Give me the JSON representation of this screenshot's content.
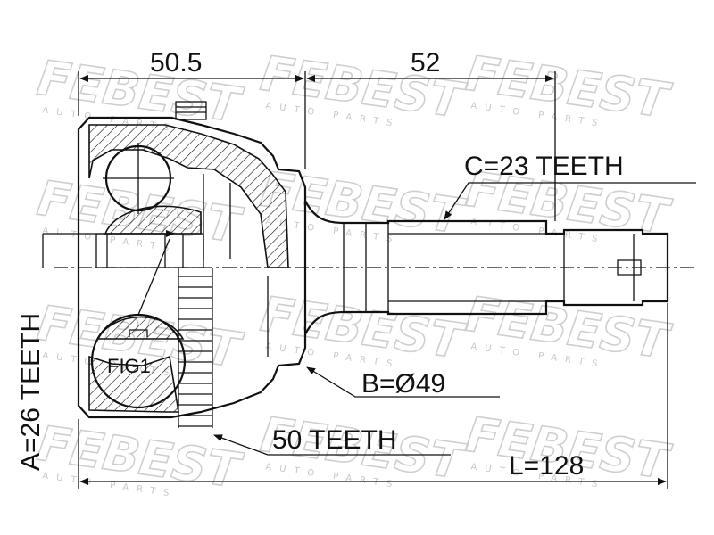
{
  "diagram": {
    "dimensions": {
      "joint_length": "50.5",
      "shaft_length": "52",
      "total_length": "L=128"
    },
    "labels": {
      "shaft_spline": "C=23 TEETH",
      "outer_diameter": "B=Ø49",
      "abs_ring": "50 TEETH",
      "inner_spline": "A=26 TEETH",
      "detail": "FIG1"
    },
    "watermark": {
      "brand": "FEBEST",
      "tagline": "AUTO PARTS"
    },
    "colors": {
      "line": "#111111",
      "watermark": "#cfcfcf",
      "background": "#ffffff"
    }
  }
}
